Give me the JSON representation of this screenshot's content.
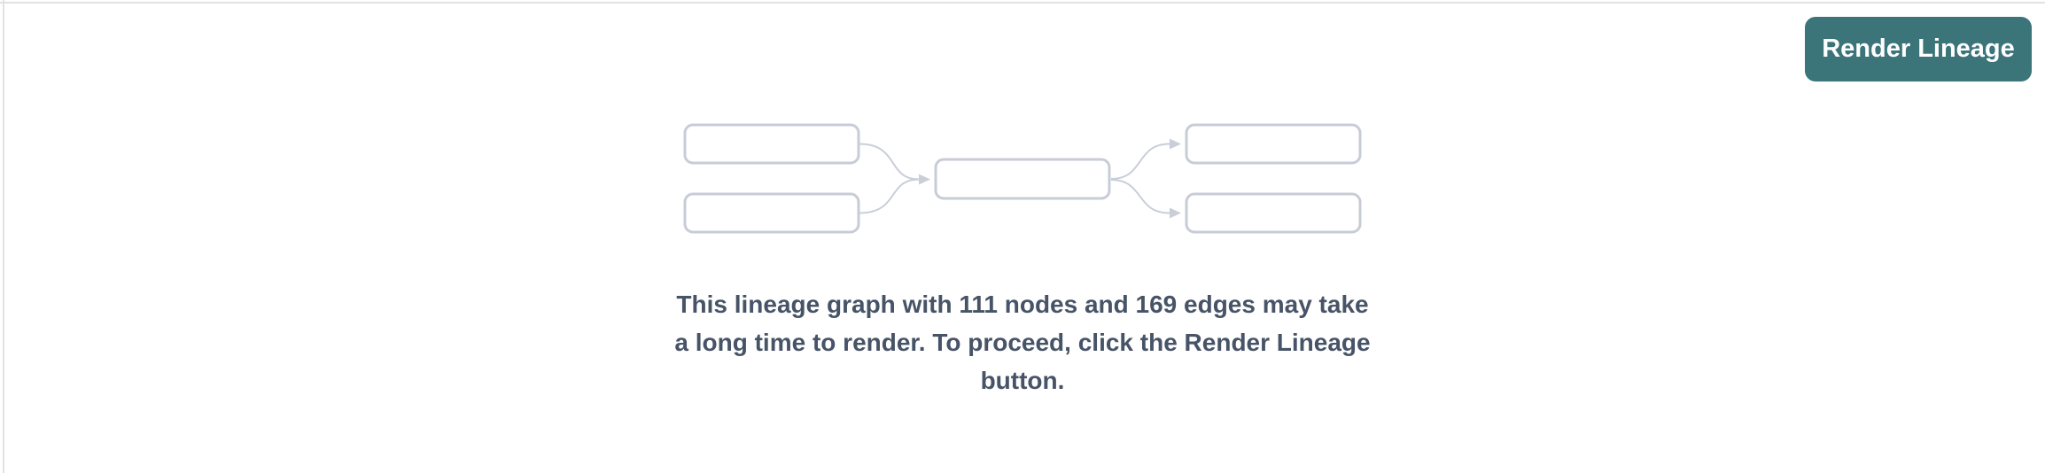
{
  "theme": {
    "page-bg": "#ffffff",
    "pane-border": "#e2e2e5",
    "accent": "#3b7479",
    "accent-text": "#ffffff",
    "node-border": "#c7ccd6",
    "edge-color": "#c9ced8",
    "message-text": "#475467"
  },
  "toolbar": {
    "render_button_label": "Render Lineage"
  },
  "message": {
    "full_text": "This lineage graph with 111 nodes and 169 edges may take a long time to render. To proceed, click the Render Lineage button.",
    "lines": [
      "This lineage graph with 111 nodes and 169 edges may take",
      "a long time to render. To proceed, click the Render Lineage",
      "button."
    ],
    "node_count": "111",
    "edge_count": "169"
  }
}
